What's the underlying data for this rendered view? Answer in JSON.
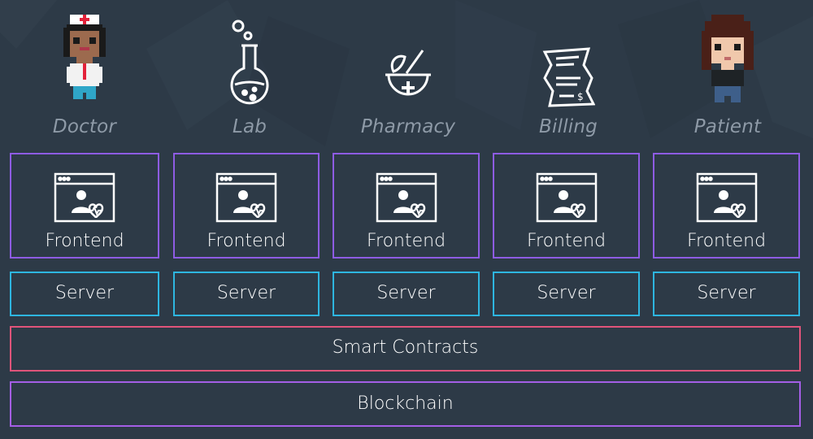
{
  "actors": [
    {
      "label": "Doctor",
      "icon": "doctor-pixel-avatar-icon"
    },
    {
      "label": "Lab",
      "icon": "flask-icon"
    },
    {
      "label": "Pharmacy",
      "icon": "mortar-pestle-icon"
    },
    {
      "label": "Billing",
      "icon": "bill-document-icon"
    },
    {
      "label": "Patient",
      "icon": "patient-pixel-avatar-icon"
    }
  ],
  "frontend_label": "Frontend",
  "server_label": "Server",
  "smart_contracts_label": "Smart Contracts",
  "blockchain_label": "Blockchain",
  "colors": {
    "background": "#2d3a47",
    "frontend_border": "#8e5ce3",
    "server_border": "#2eb6e0",
    "smart_contracts_border": "#e0547a",
    "blockchain_border": "#a45ee6",
    "actor_label": "#8e9aa7"
  }
}
